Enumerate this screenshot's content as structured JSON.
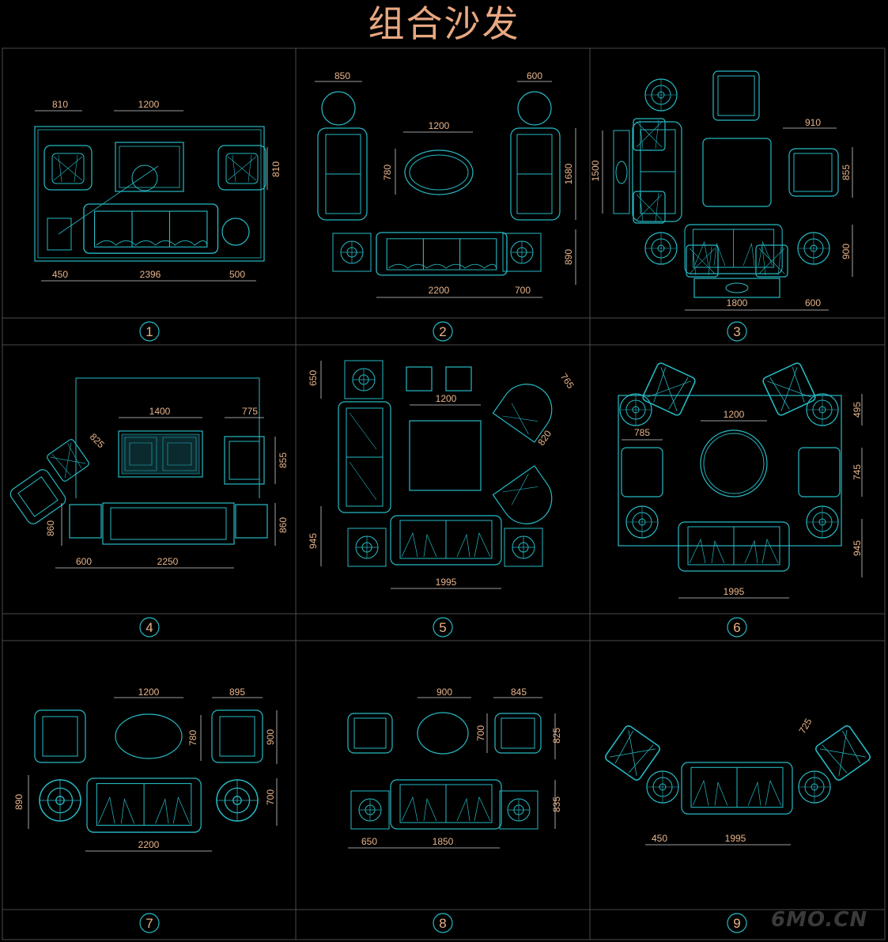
{
  "title": "组合沙发",
  "watermark": "6MO.CN",
  "colors": {
    "background": "#000000",
    "grid": "#4a4a4a",
    "furniture": "#27b9c4",
    "dimension": "#e0e0e0",
    "dimension_text": "#e8b48a",
    "title": "#e8a882",
    "watermark": "#3a3a3a"
  },
  "panels": [
    {
      "number": "1",
      "dimensions": [
        "810",
        "1200",
        "810",
        "450",
        "2396",
        "500"
      ]
    },
    {
      "number": "2",
      "dimensions": [
        "850",
        "600",
        "1200",
        "780",
        "1680",
        "890",
        "2200",
        "700"
      ]
    },
    {
      "number": "3",
      "dimensions": [
        "910",
        "1500",
        "855",
        "900",
        "1800",
        "600"
      ]
    },
    {
      "number": "4",
      "dimensions": [
        "1400",
        "775",
        "825",
        "855",
        "860",
        "860",
        "600",
        "2250"
      ]
    },
    {
      "number": "5",
      "dimensions": [
        "650",
        "1200",
        "765",
        "820",
        "945",
        "1995"
      ]
    },
    {
      "number": "6",
      "dimensions": [
        "1200",
        "495",
        "785",
        "745",
        "945",
        "1995"
      ]
    },
    {
      "number": "7",
      "dimensions": [
        "1200",
        "895",
        "780",
        "900",
        "890",
        "700",
        "2200"
      ]
    },
    {
      "number": "8",
      "dimensions": [
        "900",
        "845",
        "700",
        "825",
        "835",
        "650",
        "1850"
      ]
    },
    {
      "number": "9",
      "dimensions": [
        "725",
        "450",
        "1995"
      ]
    }
  ]
}
